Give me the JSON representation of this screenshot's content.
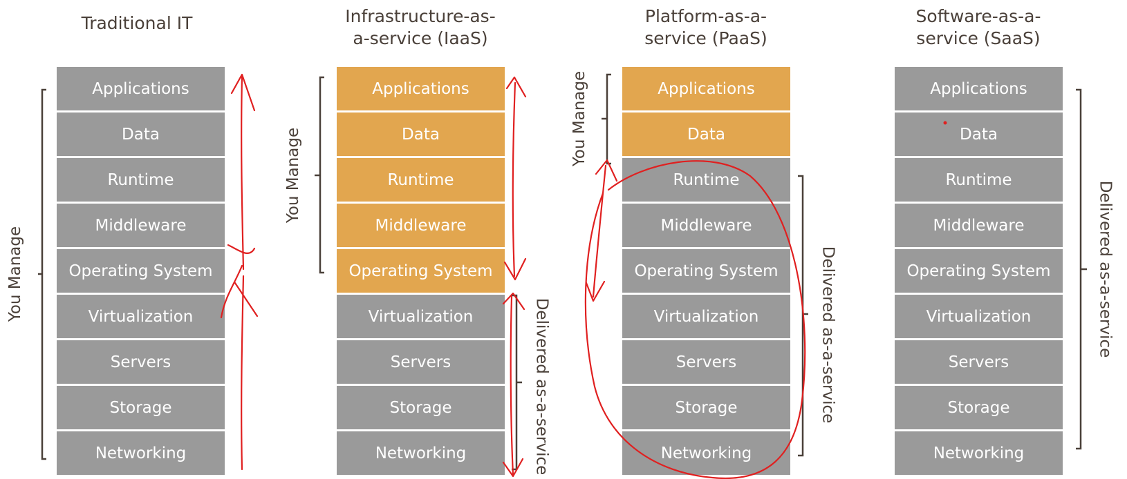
{
  "columns": [
    {
      "title": "Traditional IT",
      "layers": [
        "Applications",
        "Data",
        "Runtime",
        "Middleware",
        "Operating System",
        "Virtualization",
        "Servers",
        "Storage",
        "Networking"
      ],
      "you_manage_label": "You Manage"
    },
    {
      "title": "Infrastructure-as-a-service (IaaS)",
      "title_lines": [
        "Infrastructure-as-",
        "a-service (IaaS)"
      ],
      "layers": [
        "Applications",
        "Data",
        "Runtime",
        "Middleware",
        "Operating System",
        "Virtualization",
        "Servers",
        "Storage",
        "Networking"
      ],
      "you_manage_label": "You Manage",
      "delivered_label": "Delivered as-a-service"
    },
    {
      "title": "Platform-as-a-service (PaaS)",
      "title_lines": [
        "Platform-as-a-",
        "service (PaaS)"
      ],
      "layers": [
        "Applications",
        "Data",
        "Runtime",
        "Middleware",
        "Operating System",
        "Virtualization",
        "Servers",
        "Storage",
        "Networking"
      ],
      "you_manage_label": "You Manage",
      "delivered_label": "Delivered as-a-service"
    },
    {
      "title": "Software-as-a-service (SaaS)",
      "title_lines": [
        "Software-as-a-",
        "service (SaaS)"
      ],
      "layers": [
        "Applications",
        "Data",
        "Runtime",
        "Middleware",
        "Operating System",
        "Virtualization",
        "Servers",
        "Storage",
        "Networking"
      ],
      "delivered_label": "Delivered as-a-service"
    }
  ],
  "colors": {
    "managed": "#e2a64f",
    "delivered": "#9a9a9a",
    "annotation": "#e02020",
    "bracket": "#4a4039"
  }
}
